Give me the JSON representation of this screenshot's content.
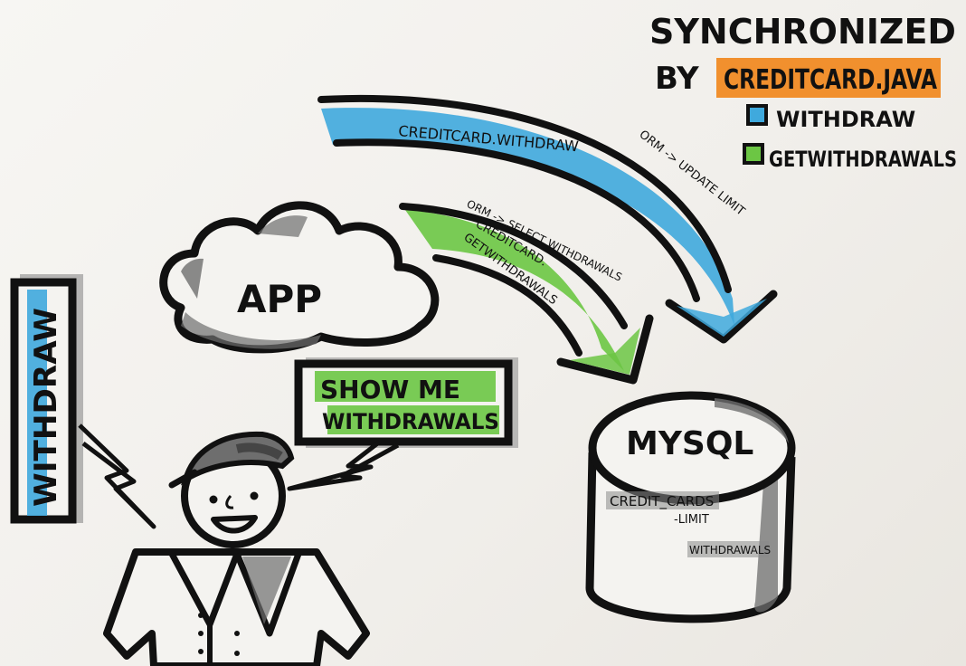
{
  "legend": {
    "title_line1": "SYNCHRONIZED",
    "title_line2_prefix": "BY",
    "title_highlight": "CREDITCARD.JAVA",
    "items": [
      {
        "label": "WITHDRAW",
        "color": "#3fa9dd"
      },
      {
        "label": "GETWITHDRAWALS",
        "color": "#6cc644"
      }
    ],
    "highlight_color": "#f08a24"
  },
  "arrows": {
    "blue": {
      "label_main": "CREDITCARD.WITHDRAW",
      "label_orm": "ORM -> UPDATE LIMIT",
      "color": "#3fa9dd"
    },
    "green": {
      "label_orm": "ORM -> SELECT WITHDRAWALS",
      "label_line1": "CREDITCARD.",
      "label_line2": "GETWITHDRAWALS",
      "color": "#6cc644"
    }
  },
  "app_cloud": {
    "label": "APP"
  },
  "withdraw_bubble": {
    "label": "WITHDRAW"
  },
  "show_bubble": {
    "line1": "SHOW ME",
    "line2": "WITHDRAWALS"
  },
  "database": {
    "label": "MYSQL",
    "table1": "CREDIT_CARDS",
    "table1_field": "-LIMIT",
    "table2": "WITHDRAWALS"
  }
}
